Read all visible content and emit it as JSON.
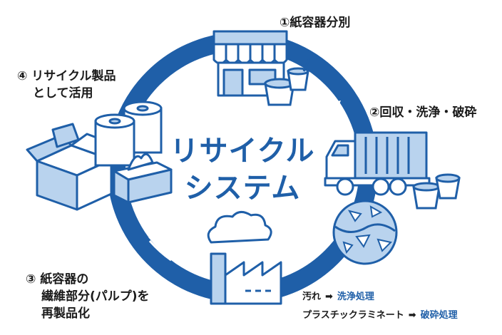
{
  "steps": {
    "s1": "①紙容器分別",
    "s2": "②回収・洗浄・破砕",
    "s3_l1": "③ 紙容器の",
    "s3_l2": "繊維部分(パルプ)を",
    "s3_l3": "再製品化",
    "s4_l1": "④ リサイクル製品",
    "s4_l2": "として活用"
  },
  "center": {
    "line1": "リサイクル",
    "line2": "システム"
  },
  "notes": [
    {
      "term": "汚れ",
      "arrow": "➡",
      "result": "洗浄処理"
    },
    {
      "term": "プラスチックラミネート",
      "arrow": "➡",
      "result": "破砕処理"
    }
  ],
  "colors": {
    "ring": "#1f5fa8",
    "light": "#b9d3ee",
    "stroke": "#1f5fa8"
  }
}
